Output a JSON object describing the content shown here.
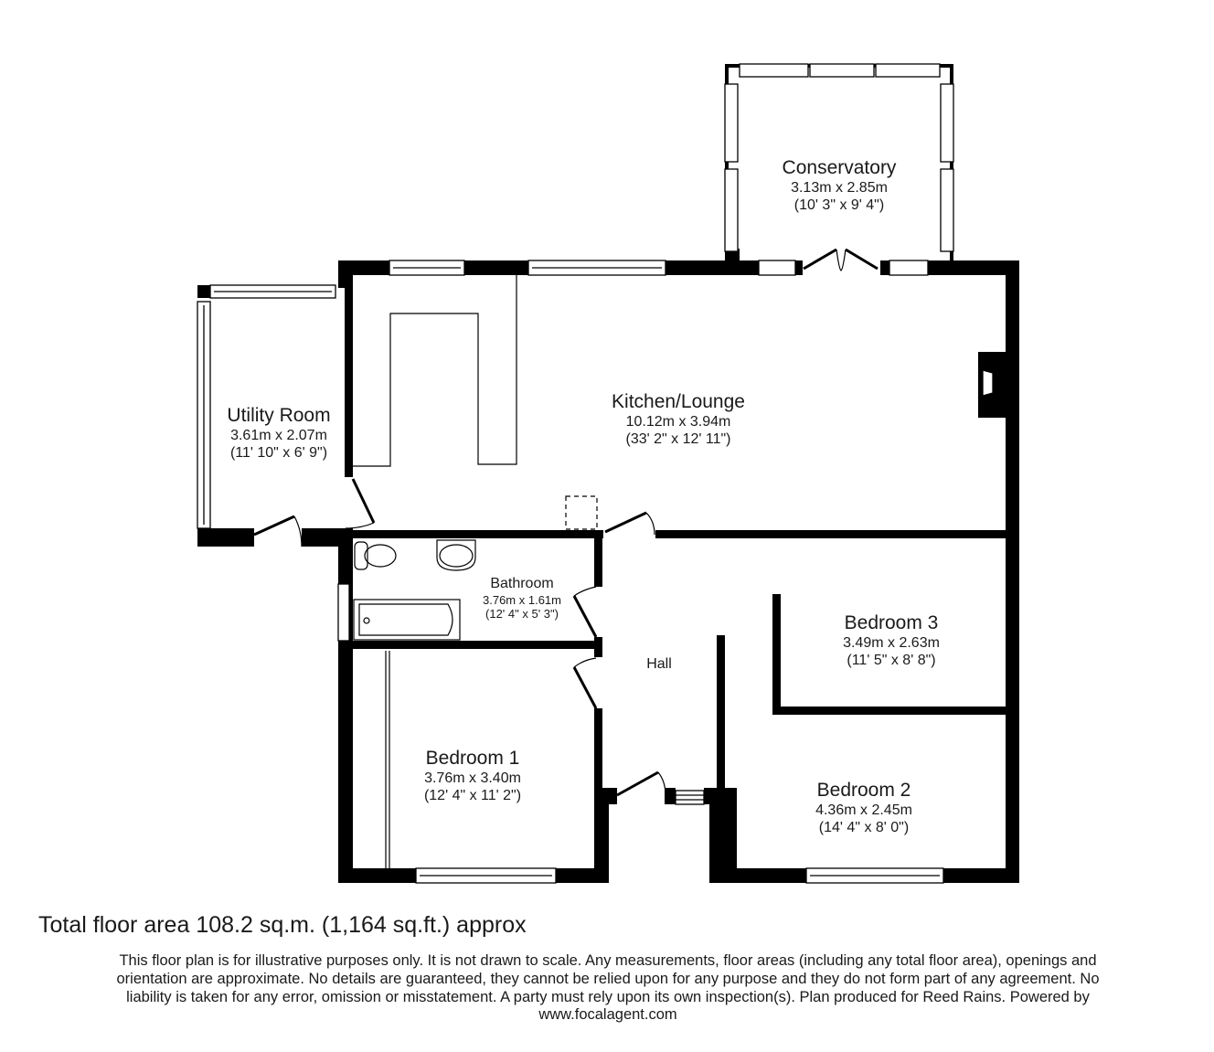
{
  "floor_plan": {
    "rooms": [
      {
        "id": "conservatory",
        "name": "Conservatory",
        "metric": "3.13m x 2.85m",
        "imperial": "(10' 3\" x 9' 4\")"
      },
      {
        "id": "utility",
        "name": "Utility Room",
        "metric": "3.61m x 2.07m",
        "imperial": "(11' 10\" x 6' 9\")"
      },
      {
        "id": "kitchen",
        "name": "Kitchen/Lounge",
        "metric": "10.12m x 3.94m",
        "imperial": "(33' 2\" x 12' 11\")"
      },
      {
        "id": "bathroom",
        "name": "Bathroom",
        "metric": "3.76m x 1.61m",
        "imperial": "(12' 4\" x 5' 3\")"
      },
      {
        "id": "hall",
        "name": "Hall"
      },
      {
        "id": "bedroom3",
        "name": "Bedroom 3",
        "metric": "3.49m x 2.63m",
        "imperial": "(11' 5\" x 8' 8\")"
      },
      {
        "id": "bedroom1",
        "name": "Bedroom 1",
        "metric": "3.76m x 3.40m",
        "imperial": "(12' 4\" x 11' 2\")"
      },
      {
        "id": "bedroom2",
        "name": "Bedroom 2",
        "metric": "4.36m x 2.45m",
        "imperial": "(14' 4\" x 8' 0\")"
      }
    ],
    "total_area": "Total floor area 108.2 sq.m. (1,164 sq.ft.) approx",
    "disclaimer_lines": [
      "This floor plan is for illustrative purposes only. It is not drawn to scale. Any measurements, floor areas (including any total floor area), openings and",
      "orientation are approximate. No details are guaranteed, they cannot be relied upon for any purpose and they do not form part of any agreement. No",
      "liability is taken for any error, omission or misstatement. A party must rely upon its own inspection(s). Plan produced for Reed Rains. Powered by",
      "www.focalagent.com"
    ],
    "colors": {
      "wall": "#000000",
      "background": "#ffffff",
      "text": "#1a1a1a"
    }
  }
}
